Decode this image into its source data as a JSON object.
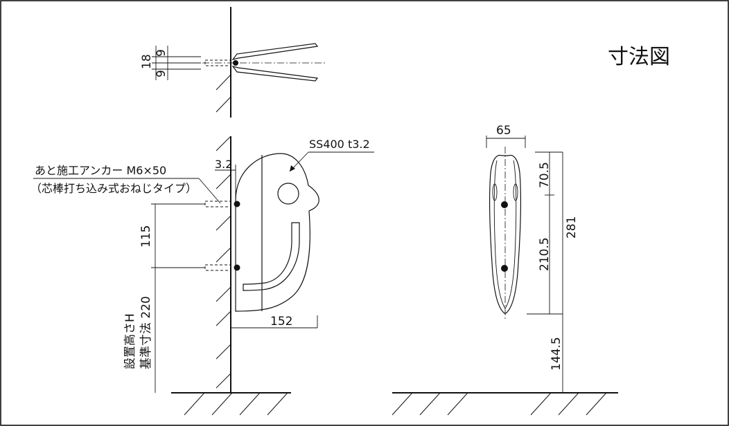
{
  "title": "寸法図",
  "material": "SS400 t3.2",
  "anchor": {
    "line1": "あと施工アンカー M6×50",
    "line2": "（芯棒打ち込み式おねじタイプ）"
  },
  "reference": {
    "line1": "設置高さH",
    "line2": "基準寸法 220"
  },
  "dims": {
    "top_18": "18",
    "top_9a": "9",
    "top_9b": "9",
    "plate_3_2": "3.2",
    "pitch_115": "115",
    "width_152": "152",
    "depth_65": "65",
    "h_70_5": "70.5",
    "h_210_5": "210.5",
    "h_281": "281",
    "h_144_5": "144.5"
  }
}
